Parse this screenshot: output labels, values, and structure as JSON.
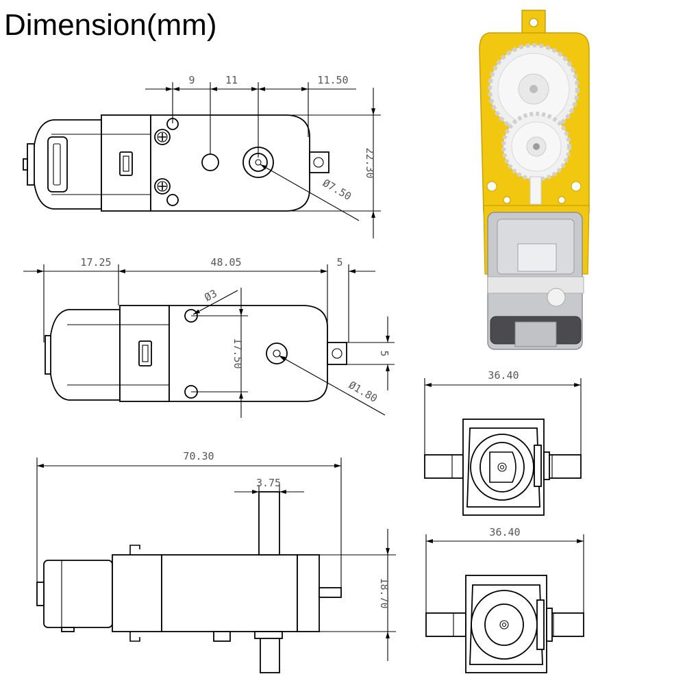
{
  "title": "Dimension(mm)",
  "units": "mm",
  "colors": {
    "line": "#000000",
    "dimension_text": "#555555",
    "gear_housing": "#f2c70f",
    "gears": "#f4f4f4",
    "motor_can": "#c7c9cc"
  },
  "top_view": {
    "dims": {
      "d1": "9",
      "d2": "11",
      "d3": "11.50",
      "height": "22.30",
      "shaft_dia": "Ø7.50"
    }
  },
  "mid_view": {
    "dims": {
      "motor_len": "17.25",
      "body_len": "48.05",
      "tab_len": "5",
      "hole_dia": "Ø3",
      "hole_spacing": "17.50",
      "tab_width": "5",
      "shaft_hole": "Ø1.80"
    }
  },
  "side_view": {
    "dims": {
      "overall": "70.30",
      "shaft": "3.75",
      "height": "18.70"
    }
  },
  "end_view_top": {
    "dims": {
      "width": "36.40"
    }
  },
  "end_view_bottom": {
    "dims": {
      "width": "36.40"
    }
  },
  "photo": {
    "icon": "gear-motor-photo"
  }
}
